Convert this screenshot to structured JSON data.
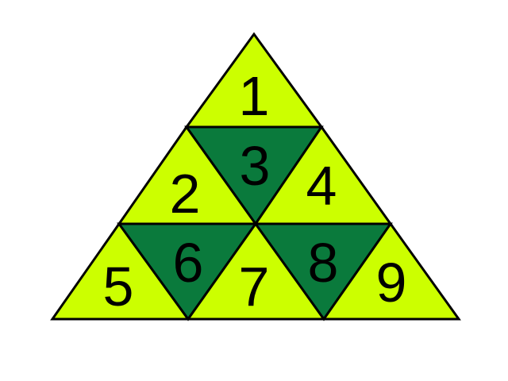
{
  "colors": {
    "light": "#ccff00",
    "dark": "#0a7a3c",
    "outline": "#000000",
    "background": "#ffffff"
  },
  "triangles": [
    {
      "label": "1",
      "shade": "light",
      "orientation": "up"
    },
    {
      "label": "2",
      "shade": "light",
      "orientation": "up"
    },
    {
      "label": "3",
      "shade": "dark",
      "orientation": "down"
    },
    {
      "label": "4",
      "shade": "light",
      "orientation": "up"
    },
    {
      "label": "5",
      "shade": "light",
      "orientation": "up"
    },
    {
      "label": "6",
      "shade": "dark",
      "orientation": "down"
    },
    {
      "label": "7",
      "shade": "light",
      "orientation": "up"
    },
    {
      "label": "8",
      "shade": "dark",
      "orientation": "down"
    },
    {
      "label": "9",
      "shade": "light",
      "orientation": "up"
    }
  ]
}
